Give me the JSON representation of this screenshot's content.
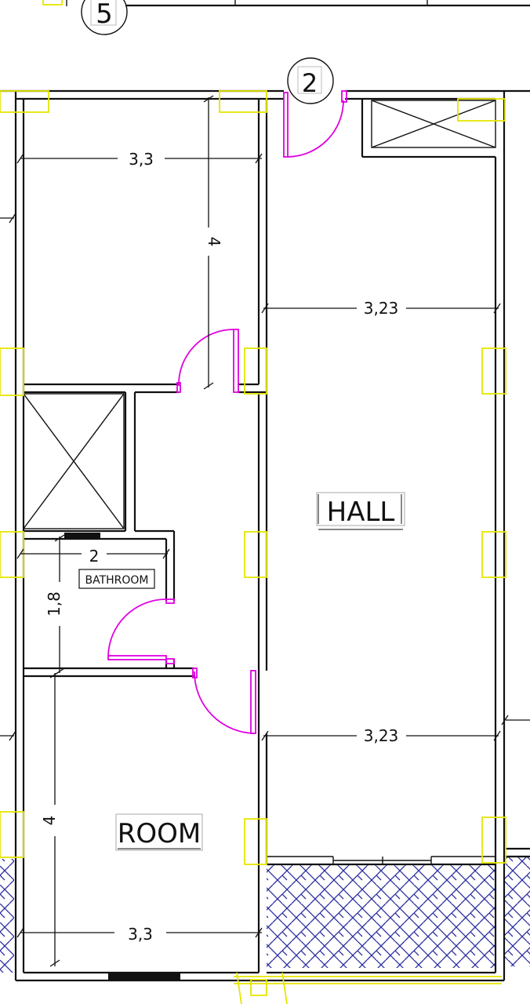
{
  "plan": {
    "grid_markers": [
      "5",
      "2"
    ],
    "rooms": {
      "hall": "HALL",
      "room": "ROOM",
      "bathroom": "BATHROOM"
    },
    "dimensions": {
      "top_room_width": "3,3",
      "top_room_depth": "4",
      "hall_width_top": "3,23",
      "hall_width_bottom": "3,23",
      "bathroom_width": "2",
      "bathroom_depth": "1,8",
      "bottom_room_depth": "4",
      "bottom_room_width": "3,3"
    },
    "colors": {
      "walls": "#111111",
      "columns": "#e6e600",
      "doors": "#e000e0",
      "hatch": "#2b2f9e"
    }
  }
}
